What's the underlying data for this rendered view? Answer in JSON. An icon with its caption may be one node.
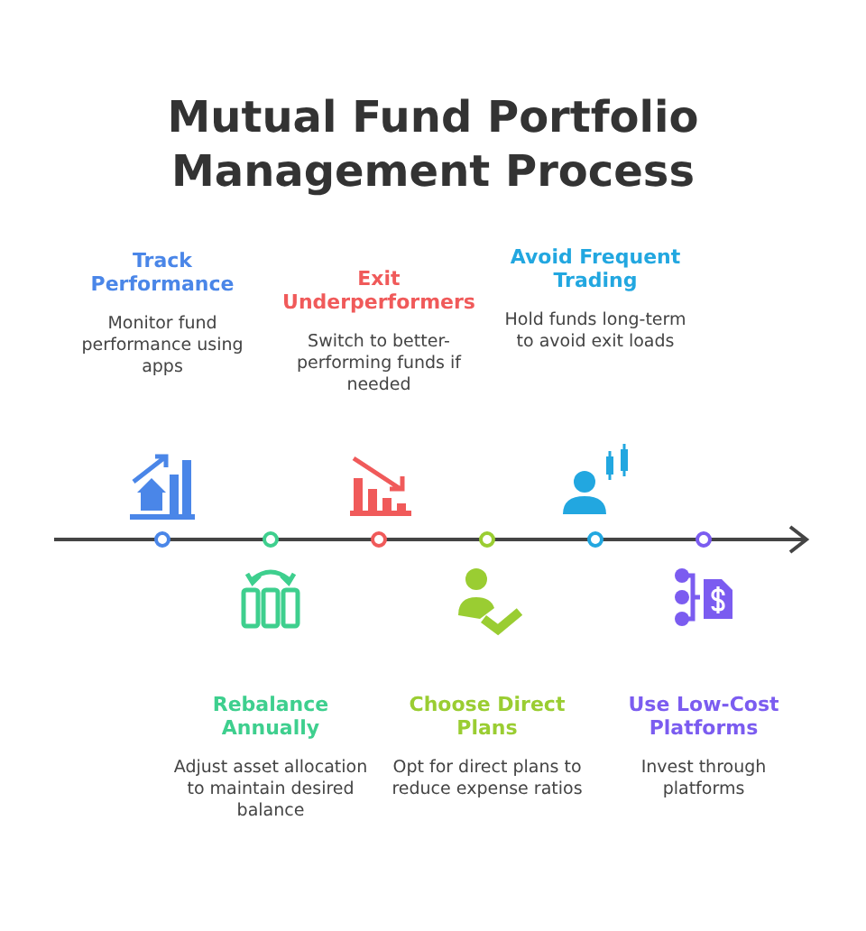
{
  "diagram": {
    "title": "Mutual Fund Portfolio Management Process",
    "nodes": [
      {
        "text": [
          "Track Performance",
          "Monitor fund performance using apps"
        ]
      },
      {
        "text": [
          "Rebalance Annually",
          "Adjust asset allocation to maintain desired balance"
        ]
      },
      {
        "text": [
          "Exit Underperformers",
          "Switch to better-performing funds if needed"
        ]
      },
      {
        "text": [
          "Choose Direct Plans",
          "Opt for direct plans to reduce expense ratios"
        ]
      },
      {
        "text": [
          "Avoid Frequent Trading",
          "Hold funds long-term to avoid exit loads"
        ]
      },
      {
        "text": [
          "Use Low-Cost Platforms",
          "Invest through platforms"
        ]
      }
    ]
  }
}
